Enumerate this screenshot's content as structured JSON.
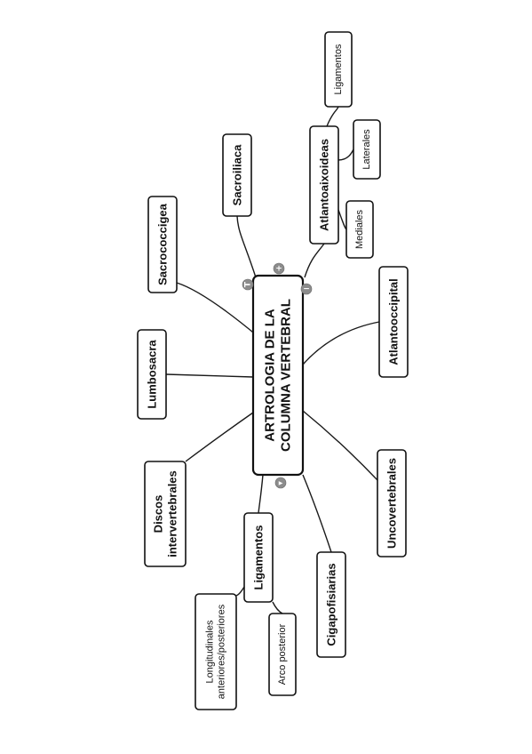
{
  "central": {
    "label_lines": [
      "ARTROLOGIA DE LA",
      "COLUMNA VERTEBRAL"
    ]
  },
  "nodes": [
    {
      "id": "sacrococcigea",
      "lines": [
        "Sacrococcigea"
      ]
    },
    {
      "id": "sacroiliaca",
      "lines": [
        "Sacroiliaca"
      ]
    },
    {
      "id": "atlantoaxoideas",
      "lines": [
        "Atlantoaixoideas"
      ]
    },
    {
      "id": "ligamentos-atlanto",
      "lines": [
        "Ligamentos"
      ]
    },
    {
      "id": "laterales",
      "lines": [
        "Laterales"
      ]
    },
    {
      "id": "mediales",
      "lines": [
        "Mediales"
      ]
    },
    {
      "id": "lumbosacra",
      "lines": [
        "Lumbosacra"
      ]
    },
    {
      "id": "atlantooccipital",
      "lines": [
        "Atlantooccipital"
      ]
    },
    {
      "id": "discos",
      "lines": [
        "Discos",
        "intervertebrales"
      ]
    },
    {
      "id": "uncovertebrales",
      "lines": [
        "Uncovertebrales"
      ]
    },
    {
      "id": "ligamentos",
      "lines": [
        "Ligamentos"
      ]
    },
    {
      "id": "cigapofisiarias",
      "lines": [
        "Cigapofisiarias"
      ]
    },
    {
      "id": "longitudinales",
      "lines": [
        "Longitudinales",
        "anteriores/posteriores"
      ]
    },
    {
      "id": "arco-posterior",
      "lines": [
        "Arco posterior"
      ]
    }
  ],
  "controls": [
    {
      "id": "text-control",
      "glyph": "T",
      "icon": "text-icon"
    },
    {
      "id": "add-control",
      "glyph": "+",
      "icon": "plus-icon"
    },
    {
      "id": "remove-control",
      "glyph": "−",
      "icon": "minus-icon"
    },
    {
      "id": "play-control",
      "glyph": "▶",
      "icon": "play-icon"
    }
  ]
}
